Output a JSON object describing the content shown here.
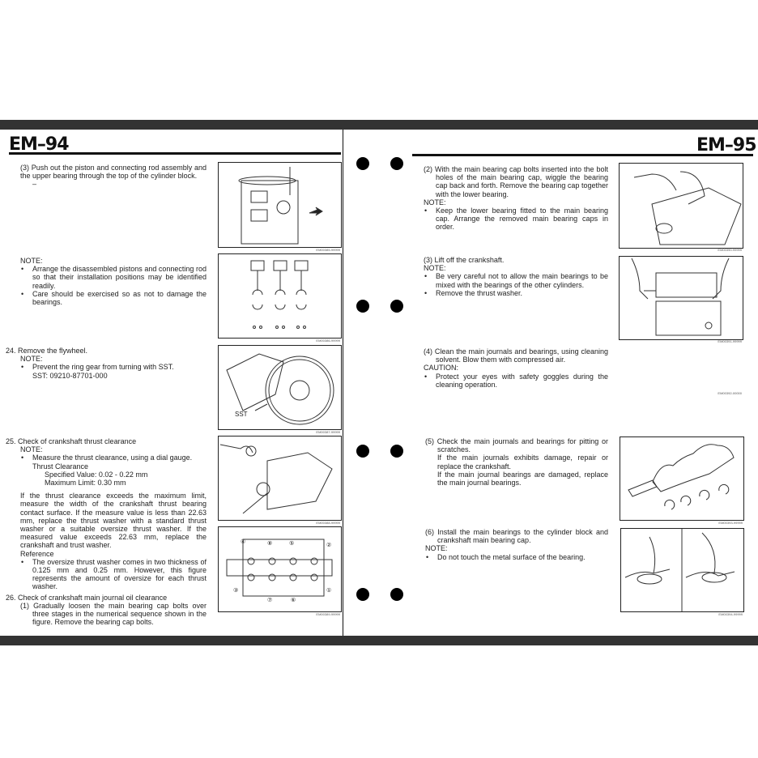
{
  "left_page": {
    "header": "EM–94",
    "sections": [
      {
        "lines": [
          "(3) Push out the piston and connecting rod assembly and the upper bearing through the top of the cylinder block.",
          "–"
        ]
      },
      {
        "note": "NOTE:",
        "bullets": [
          "Arrange the disassembled pistons and connecting rod so that their installation positions may be identified readily.",
          "Care should be exercised so as not to damage the bearings."
        ]
      },
      {
        "title": "24. Remove the flywheel.",
        "note": "NOTE:",
        "bullets": [
          "Prevent the ring gear from turning with SST."
        ],
        "sst": "SST:   09210-87701-000"
      },
      {
        "title": "25. Check of crankshaft thrust clearance",
        "note": "NOTE:",
        "bullets": [
          "Measure the thrust clearance, using a dial gauge."
        ],
        "spec_title": "Thrust Clearance",
        "spec1": "Specified Value:   0.02 - 0.22 mm",
        "spec2": "Maximum Limit:   0.30 mm",
        "para": "If the thrust clearance exceeds the maximum limit, measure the width of the crankshaft thrust bearing contact surface. If the measure value is less than 22.63 mm, replace the thrust washer with a standard thrust washer or a suitable oversize thrust washer. If the measured value exceeds 22.63 mm, replace the crankshaft and trust washer.",
        "ref": "Reference",
        "ref_bullet": "The oversize thrust washer comes in two thickness of 0.125 mm and 0.25 mm. However, this figure represents the amount of oversize for each thrust washer."
      },
      {
        "title": "26. Check of crankshaft main journal oil clearance",
        "step": "(1) Gradually loosen the main bearing cap bolts over three stages in the numerical sequence shown in the figure. Remove the bearing cap bolts."
      }
    ],
    "figures": [
      "EM00385-99999",
      "EM00386-99999",
      "EM00387-99999",
      "EM00388-99999",
      "EM00389-99999"
    ],
    "figure_labels": {
      "sst": "SST",
      "seq": [
        "①",
        "②",
        "③",
        "④",
        "⑤",
        "⑥",
        "⑦",
        "⑧"
      ]
    }
  },
  "right_page": {
    "header": "EM–95",
    "sections": [
      {
        "step": "(2) With the main bearing cap bolts inserted into the bolt holes of the main bearing cap, wiggle the bearing cap back and forth. Remove the bearing cap together with the lower bearing.",
        "note": "NOTE:",
        "bullets": [
          "Keep the lower bearing fitted to the main bearing cap. Arrange the removed main bearing caps in order."
        ]
      },
      {
        "step": "(3) Lift off the crankshaft.",
        "note": "NOTE:",
        "bullets": [
          "Be very careful not to allow the main bearings to be mixed with the bearings of the other cylinders.",
          "Remove the thrust washer."
        ]
      },
      {
        "step": "(4) Clean the main journals and bearings, using cleaning solvent. Blow them with compressed air.",
        "note": "CAUTION:",
        "bullets": [
          "Protect your eyes with safety goggles during the cleaning operation."
        ]
      },
      {
        "step": "(5) Check the main journals and bearings for pitting or scratches.",
        "p1": "If the main journals exhibits damage, repair or replace the crankshaft.",
        "p2": "If the main journal bearings are damaged, replace the main journal bearings."
      },
      {
        "step": "(6) Install the main bearings to the cylinder block and crankshaft main bearing cap.",
        "note": "NOTE:",
        "bullets": [
          "Do not touch the metal surface of the bearing."
        ]
      }
    ],
    "figures": [
      "EM00390-99999",
      "EM00391-99999",
      "EM00392-00000",
      "EM00393-99999",
      "EM00394-99999"
    ]
  }
}
